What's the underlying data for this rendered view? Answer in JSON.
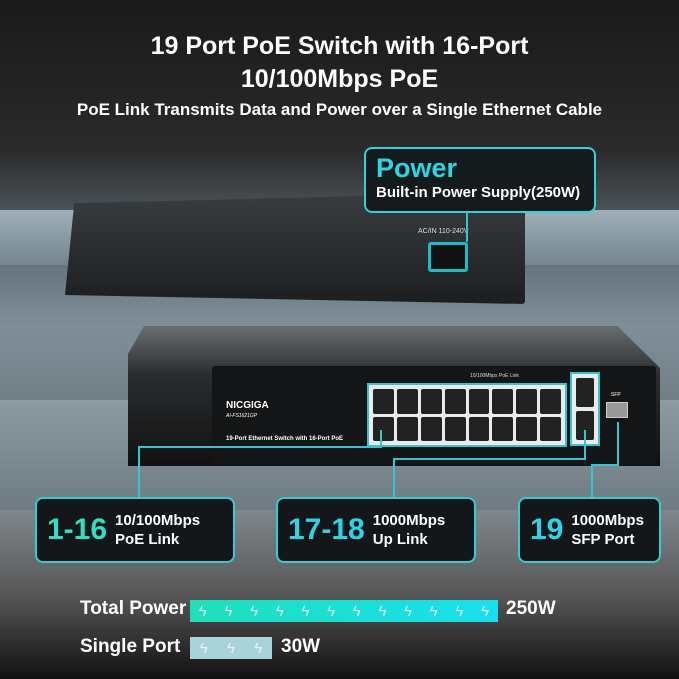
{
  "headline": {
    "line1": "19 Port PoE Switch with 16-Port",
    "line2": "10/100Mbps PoE",
    "subtitle": "PoE Link Transmits Data and Power over a Single Ethernet Cable"
  },
  "power_callout": {
    "title": "Power",
    "desc": "Built-in Power Supply(250W)",
    "rear_label": "AC/IN 110-240V"
  },
  "device": {
    "brand": "NICGIGA",
    "model": "AI-FS1621GP",
    "description": "19-Port Ethernet Switch with 16-Port PoE",
    "port_label": "10/100Mbps PoE Link",
    "sfp_label": "SFP"
  },
  "callouts": [
    {
      "number": "1-16",
      "line1": "10/100Mbps",
      "line2": "PoE Link",
      "color": "#2de0c0"
    },
    {
      "number": "17-18",
      "line1": "1000Mbps",
      "line2": "Up Link",
      "color": "#29d6e6"
    },
    {
      "number": "19",
      "line1": "1000Mbps",
      "line2": "SFP Port",
      "color": "#29d6e6"
    }
  ],
  "power": {
    "total_label": "Total Power",
    "total_value": "250W",
    "single_label": "Single Port",
    "single_value": "30W",
    "bolt_icon": "lightning-bolt-icon"
  },
  "colors": {
    "accent": "#2fd3d9",
    "bar_start": "#1ee0b8",
    "bar_end": "#16e0f0",
    "single_bar": "#a8d3d8"
  }
}
